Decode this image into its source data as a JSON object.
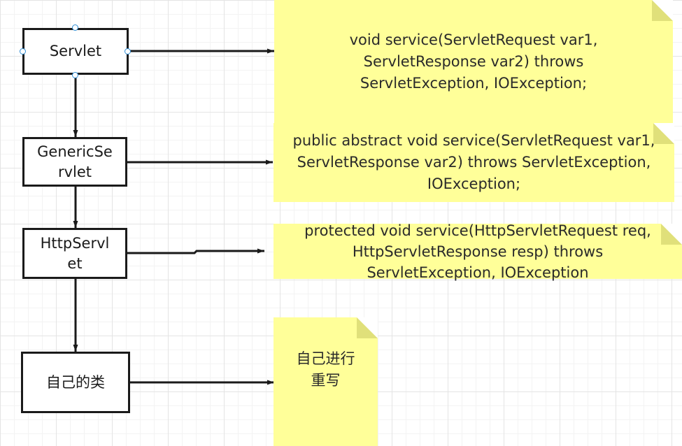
{
  "colors": {
    "note_fill": "#ffff99",
    "note_fold": "#e0e07a",
    "box_border": "#1a1a1a",
    "arrow": "#1a1a1a",
    "selection_handle": "#2f8ed6",
    "grid_line": "#e4e4e4"
  },
  "boxes": {
    "servlet": "Servlet",
    "generic_servlet": "GenericServlet",
    "http_servlet": "HttpServlet",
    "own_class": "自己的类"
  },
  "notes": {
    "servlet_service": "void service(ServletRequest var1, ServletResponse var2) throws ServletException, IOException;",
    "generic_service": "public abstract void service(ServletRequest var1, ServletResponse var2) throws ServletException, IOException;",
    "http_service": "protected void service(HttpServletRequest req, HttpServletResponse resp) throws ServletException, IOException",
    "override": "自己进行重写"
  }
}
